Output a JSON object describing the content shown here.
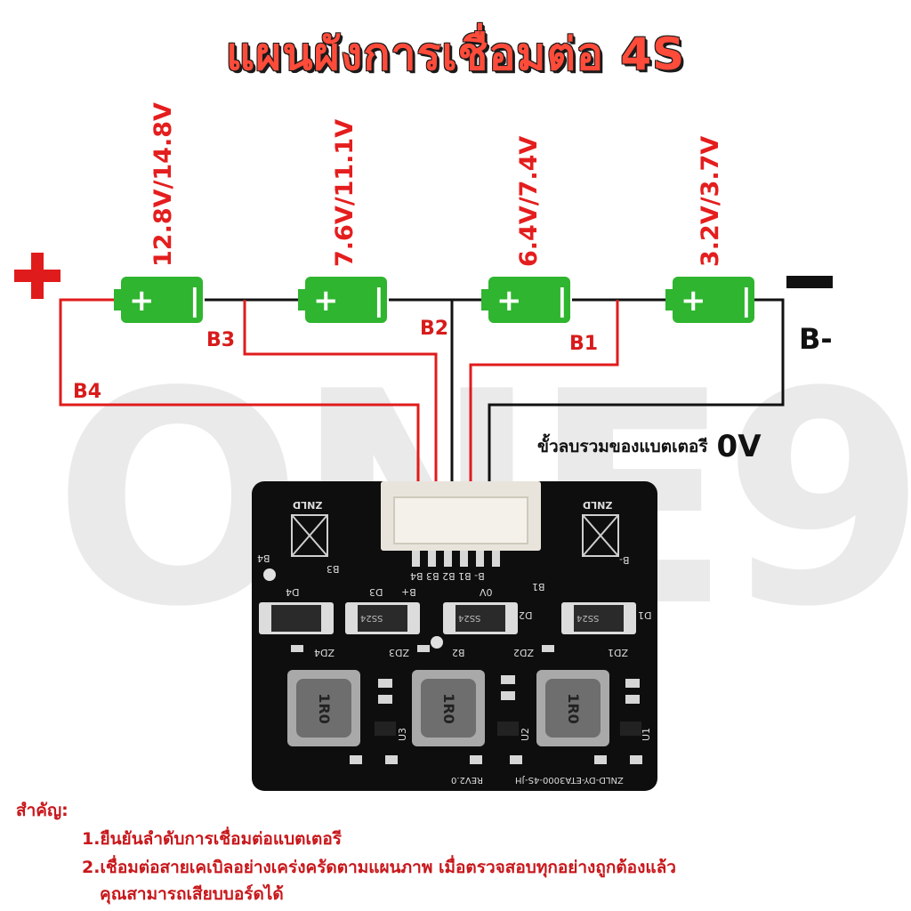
{
  "title": "แผนผังการเชื่อมต่อ 4S",
  "watermark": "ONE9",
  "cells": [
    {
      "voltage": "12.8V/14.8V",
      "plus": "+",
      "minus": "|"
    },
    {
      "voltage": "7.6V/11.1V",
      "plus": "+",
      "minus": "|"
    },
    {
      "voltage": "6.4V/7.4V",
      "plus": "+",
      "minus": "|"
    },
    {
      "voltage": "3.2V/3.7V",
      "plus": "+",
      "minus": "|"
    }
  ],
  "wires": {
    "b1": "B1",
    "b2": "B2",
    "b3": "B3",
    "b4": "B4",
    "bminus": "B-"
  },
  "note": {
    "text": "ขั้วลบรวมของแบตเตอรี",
    "value": "0V"
  },
  "board": {
    "brand": "ZNLD",
    "connector_pins": "B- B1 B2 B3 B4",
    "connector_left": "B4",
    "pad_b3": "B3",
    "pad_bplus": "B+",
    "pad_0v": "0V",
    "pad_b1": "B1",
    "pad_b2": "B2",
    "pad_bminus": "B-",
    "diodes": [
      "D4",
      "D3",
      "D2",
      "D1"
    ],
    "zeners": [
      "ZD4",
      "ZD3",
      "ZD2",
      "ZD1"
    ],
    "diode_code": "SS24",
    "inductor": "1R0",
    "ics": [
      "U3",
      "U2",
      "U1"
    ],
    "rev": "REV2.0",
    "part": "ZNLD-DY-ETA3000-4S-JH"
  },
  "footer": {
    "heading": "สำคัญ:",
    "items": [
      "1.ยืนยันลำดับการเชื่อมต่อแบตเตอรี",
      "2.เชื่อมต่อสายเคเบิลอย่างเคร่งครัดตามแผนภาพ เมื่อตรวจสอบทุกอย่างถูกต้องแล้ว",
      "คุณสามารถเสียบบอร์ดได้"
    ]
  },
  "colors": {
    "title": "#ff4b3a",
    "wire_red": "#e01b1b",
    "wire_black": "#111111",
    "cell": "#2fb52f",
    "board": "#0e0e0e"
  }
}
